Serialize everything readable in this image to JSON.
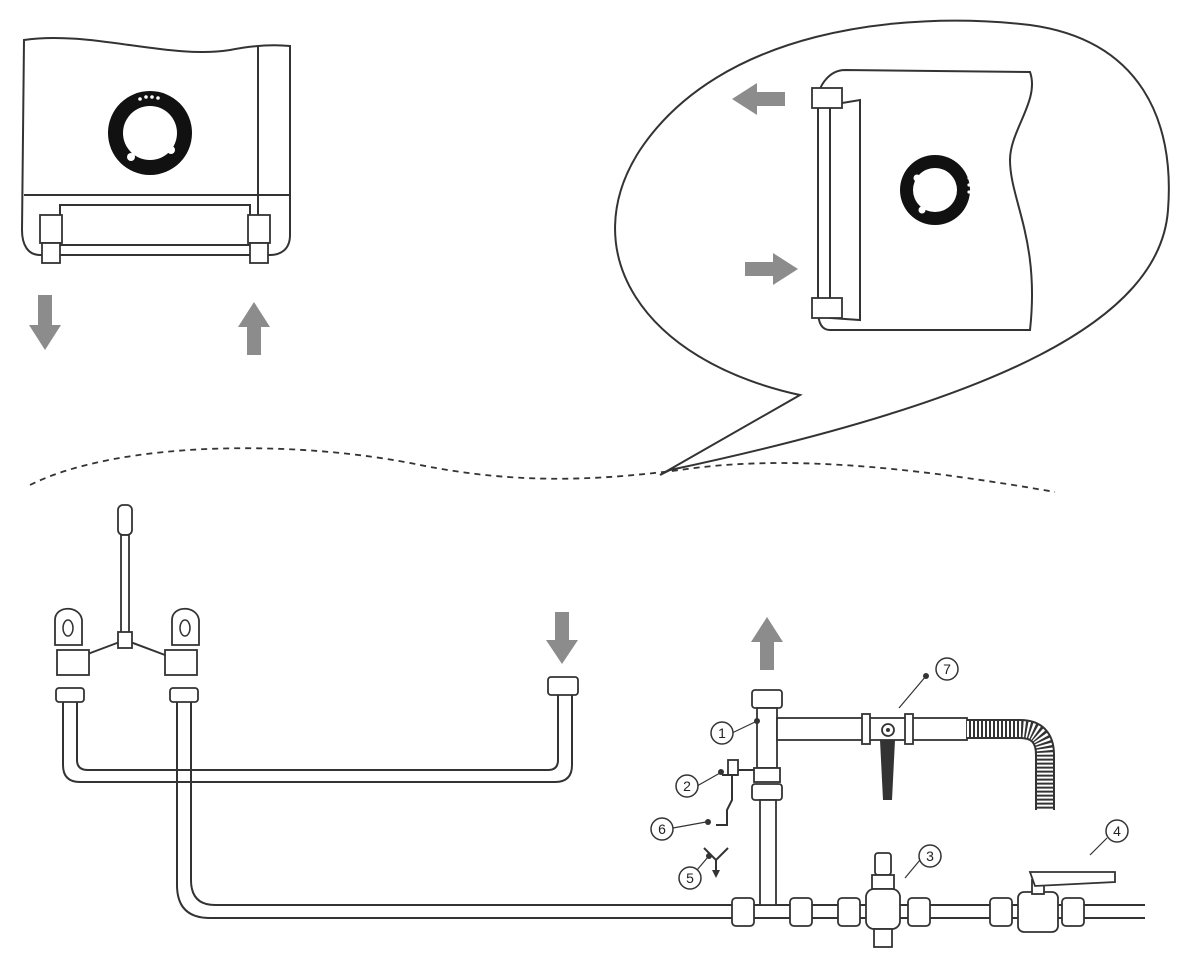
{
  "callouts": [
    "1",
    "2",
    "3",
    "4",
    "5",
    "6",
    "7"
  ],
  "colors": {
    "line": "#333333",
    "arrow": "#8c8c8c",
    "ring": "#111111",
    "background": "#ffffff"
  }
}
